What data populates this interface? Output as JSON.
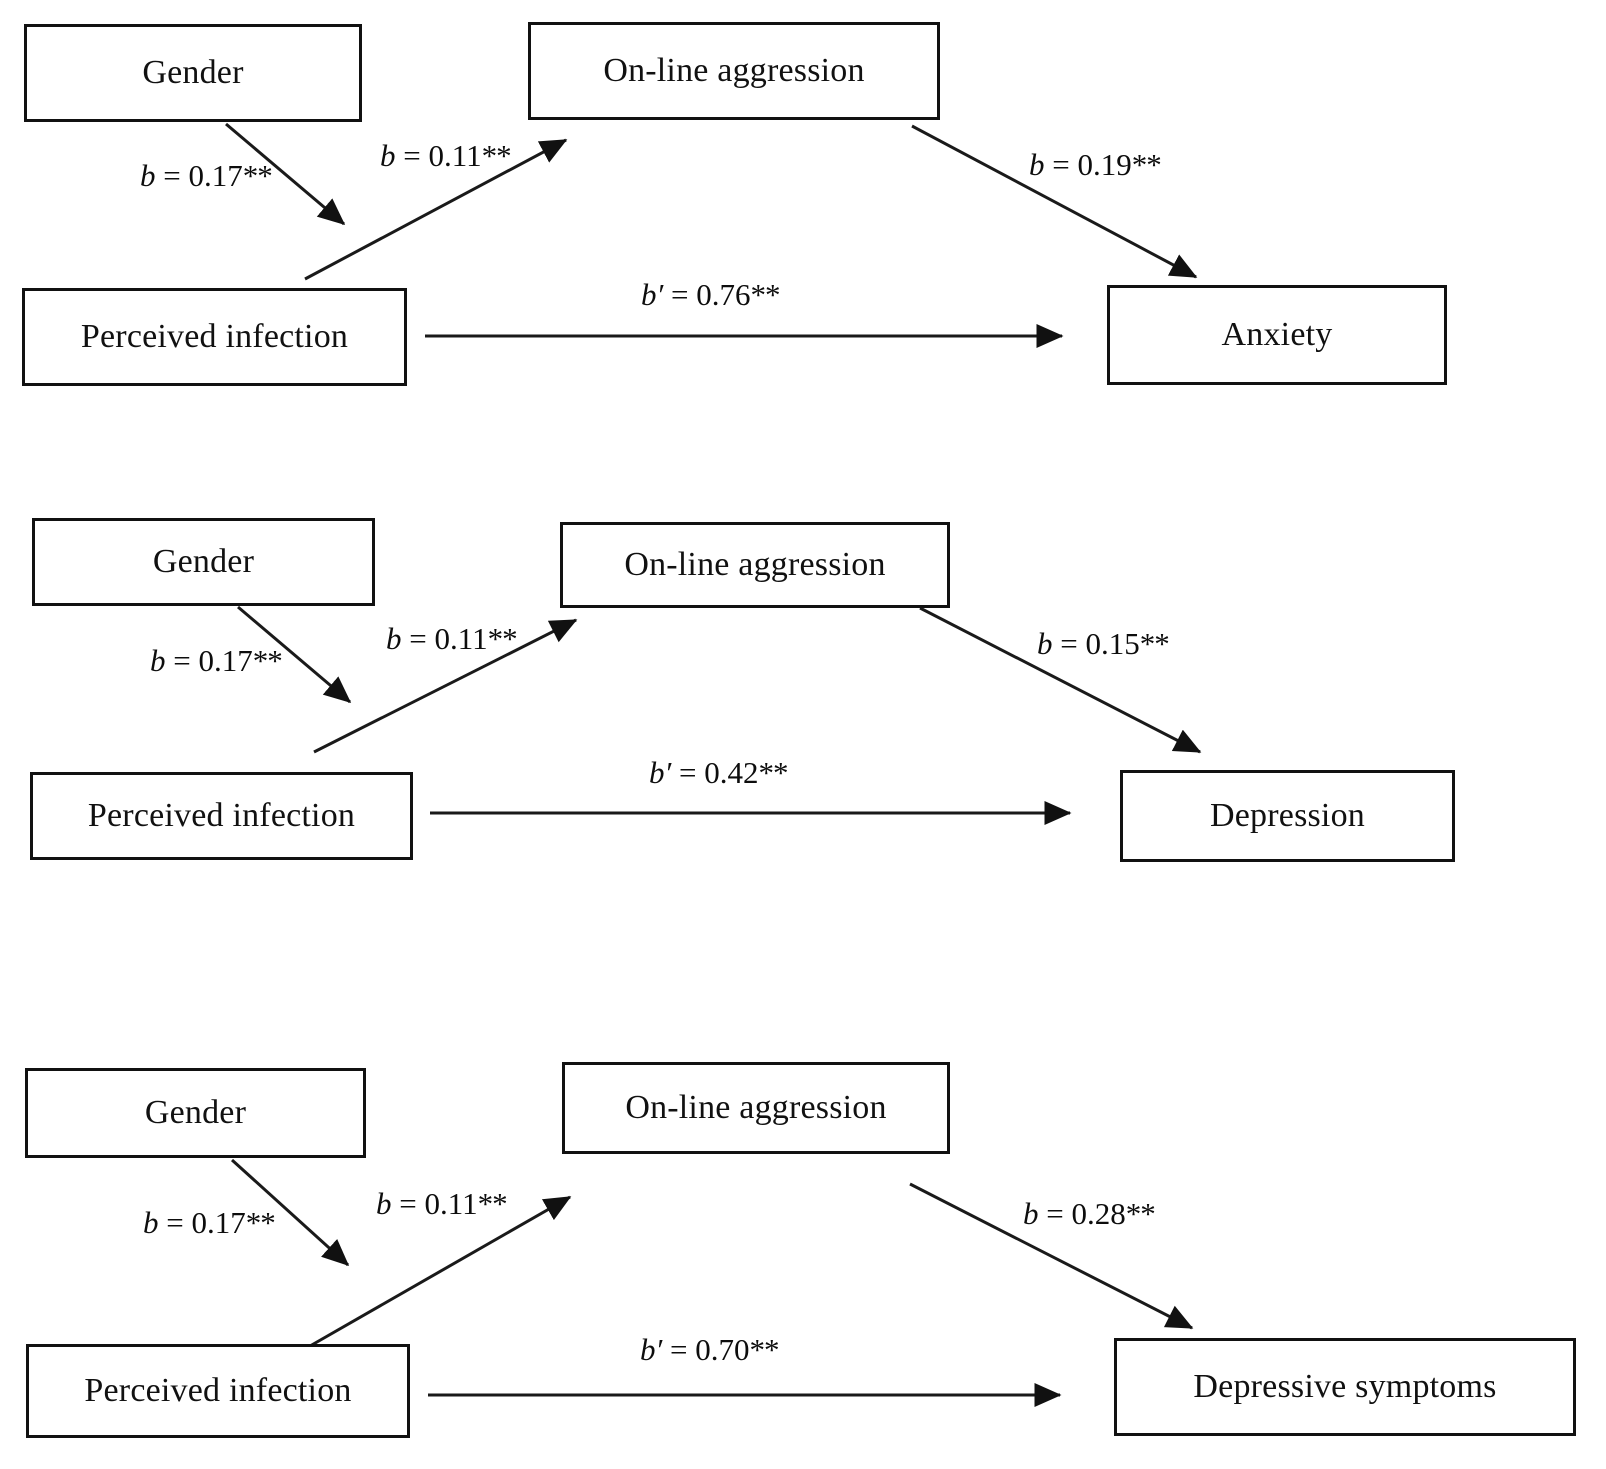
{
  "figure": {
    "type": "mediation-path-diagram",
    "panel_count": 3,
    "note": "Three parallel mediation models: Gender and Perceived infection predicting On-line aggression, which predicts the outcome."
  },
  "style": {
    "box_border_color": "#111111",
    "line_color": "#1a1a1a",
    "text_color": "#111111",
    "background": "#ffffff"
  },
  "panels": [
    {
      "id": "panel-anxiety",
      "nodes": {
        "gender": "Gender",
        "mediator": "On-line aggression",
        "predictor": "Perceived infection",
        "outcome": "Anxiety"
      },
      "edges": {
        "gender_to_predictor": "b = 0.17**",
        "predictor_to_mediator": "b = 0.11**",
        "mediator_to_outcome": "b = 0.19**",
        "predictor_to_outcome": "b′ = 0.76**"
      }
    },
    {
      "id": "panel-depression",
      "nodes": {
        "gender": "Gender",
        "mediator": "On-line aggression",
        "predictor": "Perceived infection",
        "outcome": "Depression"
      },
      "edges": {
        "gender_to_predictor": "b = 0.17**",
        "predictor_to_mediator": "b = 0.11**",
        "mediator_to_outcome": "b = 0.15**",
        "predictor_to_outcome": "b′ = 0.42**"
      }
    },
    {
      "id": "panel-depressive-symptoms",
      "nodes": {
        "gender": "Gender",
        "mediator": "On-line aggression",
        "predictor": "Perceived infection",
        "outcome": "Depressive symptoms"
      },
      "edges": {
        "gender_to_predictor": "b = 0.17**",
        "predictor_to_mediator": "b = 0.11**",
        "mediator_to_outcome": "b = 0.28**",
        "predictor_to_outcome": "b′ = 0.70**"
      }
    }
  ]
}
